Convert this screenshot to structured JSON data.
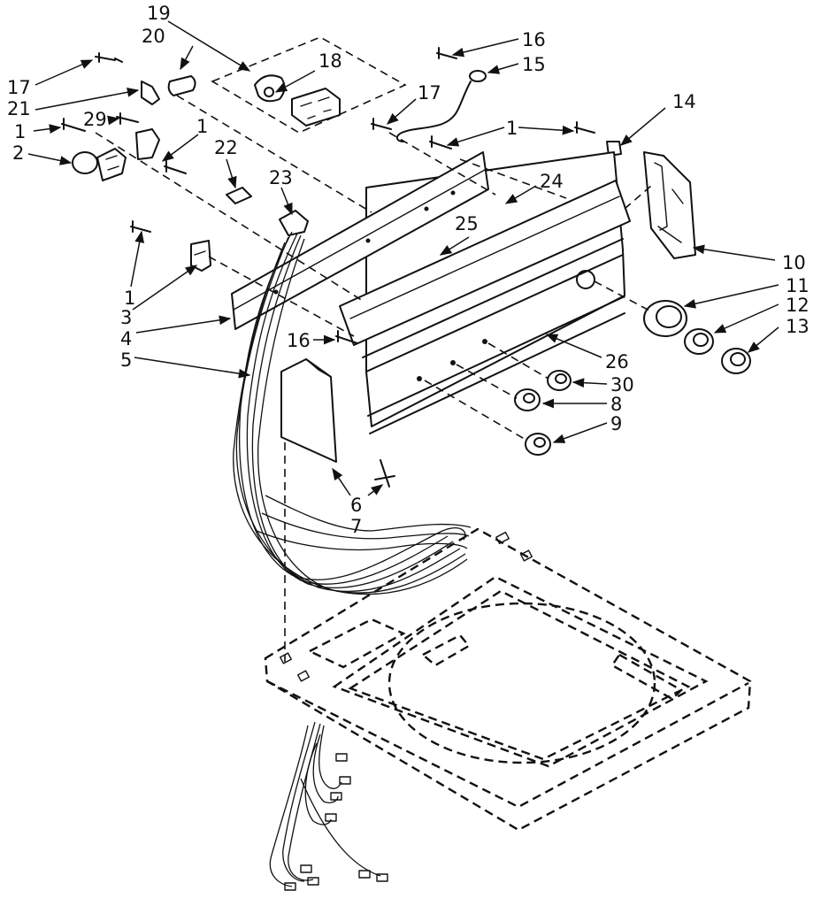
{
  "callouts": {
    "c19": "19",
    "c20": "20",
    "c18": "18",
    "c17a": "17",
    "c21": "21",
    "c29": "29",
    "c1a": "1",
    "c1b": "1",
    "c2": "2",
    "c22": "22",
    "c23": "23",
    "c16a": "16",
    "c15": "15",
    "c17b": "17",
    "c1c": "1",
    "c14": "14",
    "c24": "24",
    "c25": "25",
    "c1d": "1",
    "c3": "3",
    "c4": "4",
    "c5": "5",
    "c10": "10",
    "c11": "11",
    "c12": "12",
    "c13": "13",
    "c16b": "16",
    "c26": "26",
    "c30": "30",
    "c8": "8",
    "c9": "9",
    "c6": "6",
    "c7": "7"
  }
}
